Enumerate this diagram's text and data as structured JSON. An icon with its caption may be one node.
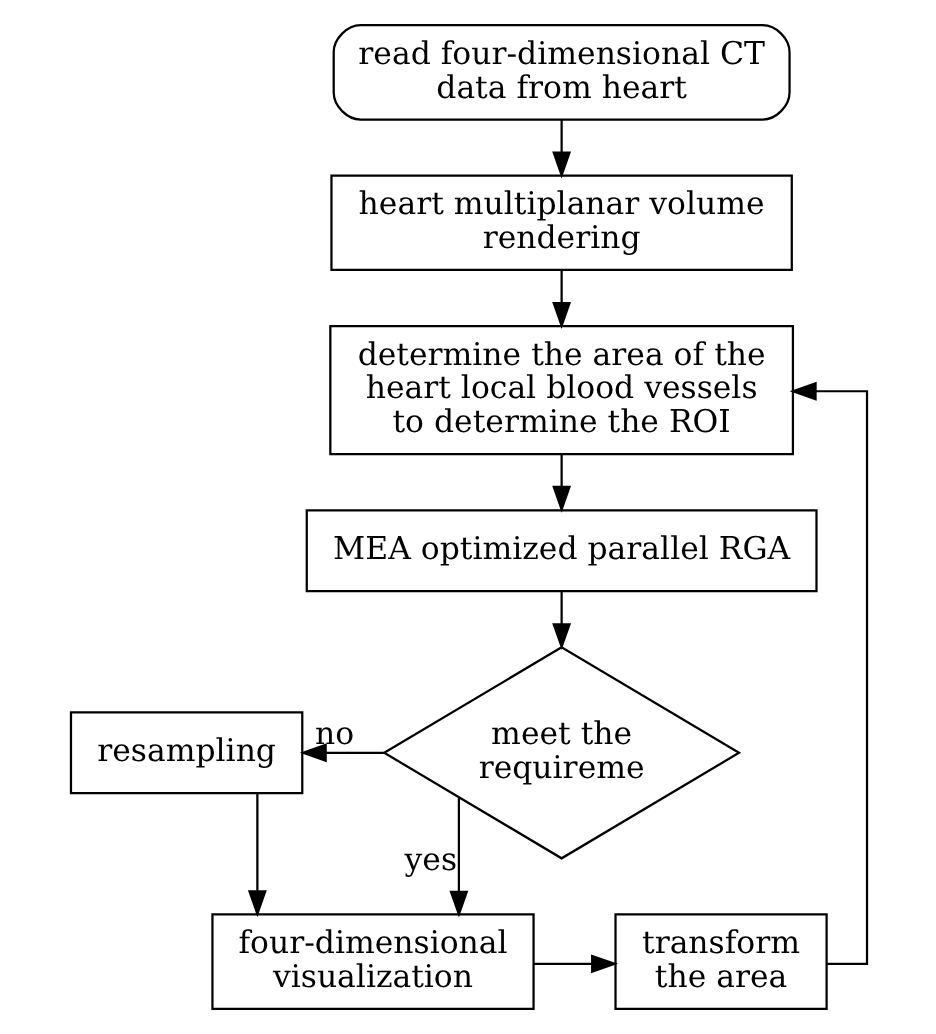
{
  "diagram": {
    "nodes": [
      {
        "text": [
          "read four-dimensional CT data from heart"
        ]
      },
      {
        "text": [
          "heart multiplanar volume rendering"
        ]
      },
      {
        "text": [
          "determine the area of the heart local blood vessels to determine the ROI"
        ]
      },
      {
        "text": [
          "MEA optimized parallel RGA"
        ]
      },
      {
        "text": [
          "meet the requireme"
        ]
      },
      {
        "text": [
          "resampling"
        ]
      },
      {
        "text": [
          "four-dimensional visualization"
        ]
      },
      {
        "text": [
          "transform the area"
        ]
      }
    ],
    "edges": [
      {
        "from": 0,
        "to": 1,
        "arrow": "to"
      },
      {
        "from": 1,
        "to": 2,
        "arrow": "to"
      },
      {
        "from": 2,
        "to": 3,
        "arrow": "to"
      },
      {
        "from": 3,
        "to": 4,
        "arrow": "to"
      },
      {
        "from": 4,
        "to": 5,
        "arrow": "to",
        "label": "no"
      },
      {
        "from": 4,
        "to": 6,
        "arrow": "to",
        "label": "yes"
      },
      {
        "from": 5,
        "to": 6,
        "arrow": "to"
      },
      {
        "from": 6,
        "to": 7,
        "arrow": "to"
      },
      {
        "from": 7,
        "to": 2,
        "arrow": "to"
      }
    ]
  }
}
